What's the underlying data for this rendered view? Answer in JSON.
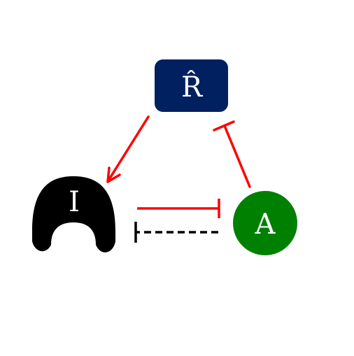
{
  "diagram": {
    "nodes": {
      "r": {
        "label": "R̂",
        "shape": "rounded-rect",
        "color": "#002060"
      },
      "i": {
        "label": "I",
        "shape": "arch",
        "color": "#000000"
      },
      "a": {
        "label": "A",
        "shape": "circle",
        "color": "#008000"
      }
    },
    "edges": [
      {
        "from": "r",
        "to": "i",
        "type": "activation-arrow",
        "color": "#ff0000",
        "style": "solid"
      },
      {
        "from": "a",
        "to": "r",
        "type": "inhibition",
        "color": "#ff0000",
        "style": "solid"
      },
      {
        "from": "i",
        "to": "a",
        "type": "inhibition",
        "color": "#ff0000",
        "style": "solid"
      },
      {
        "from": "a",
        "to": "i",
        "type": "inhibition",
        "color": "#000000",
        "style": "dashed"
      }
    ]
  }
}
